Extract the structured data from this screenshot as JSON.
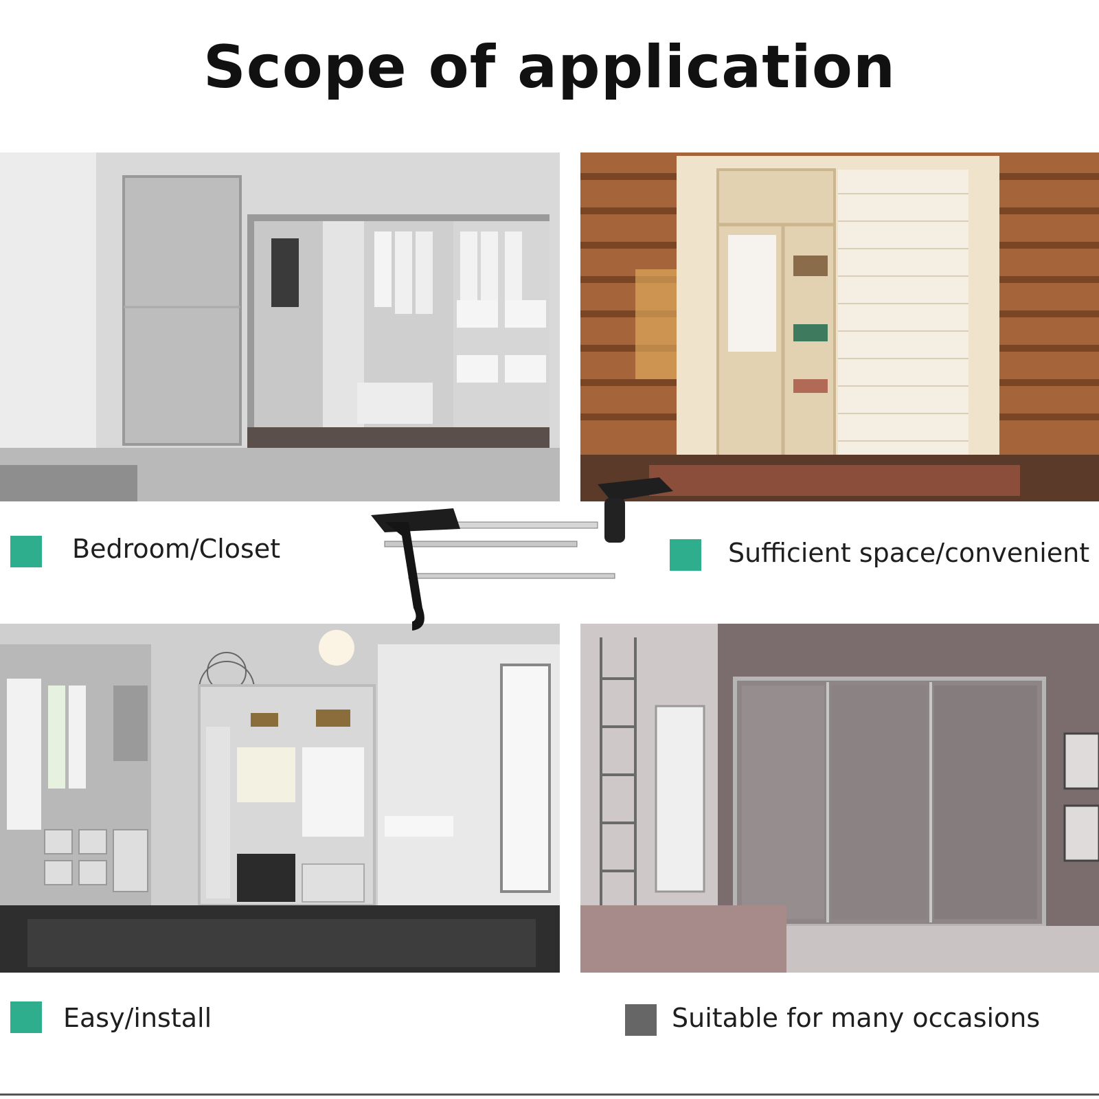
{
  "title": "Scope of application",
  "colors": {
    "accent": "#2fae8e",
    "grey_square": "#666666"
  },
  "features": [
    {
      "label": "Bedroom/Closet",
      "icon": "teal-square"
    },
    {
      "label": "Sufficient space/convenient",
      "icon": "teal-square"
    },
    {
      "label": "Easy/install",
      "icon": "teal-square"
    },
    {
      "label": "Suitable for many occasions",
      "icon": "grey-square"
    }
  ]
}
